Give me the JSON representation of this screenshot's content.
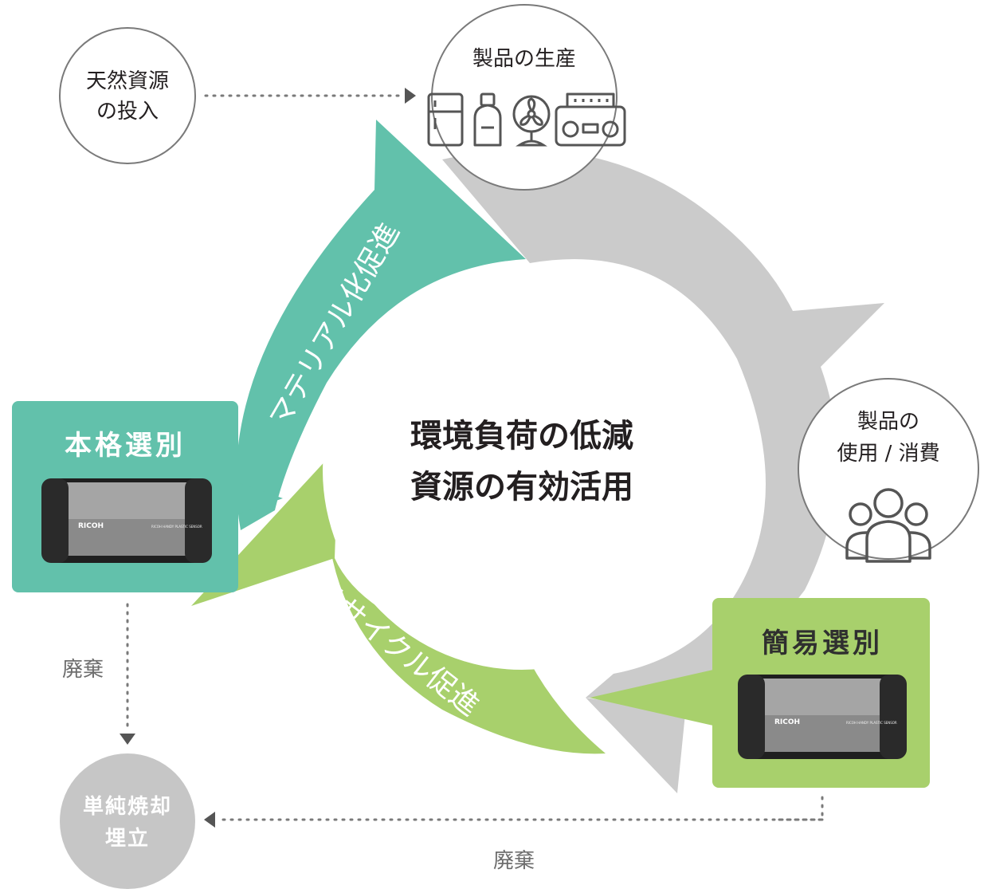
{
  "center": {
    "line1": "環境負荷の低減",
    "line2": "資源の有効活用"
  },
  "nodes": {
    "natural_resources": {
      "line1": "天然資源",
      "line2": "の投入"
    },
    "production": {
      "label": "製品の生産",
      "icons": [
        "refrigerator-icon",
        "detergent-bottle-icon",
        "fan-icon",
        "radio-cassette-icon"
      ]
    },
    "use": {
      "line1": "製品の",
      "line2": "使用 / 消費",
      "icon": "people-group-icon"
    },
    "disposal": {
      "line1": "単純焼却",
      "line2": "埋立"
    }
  },
  "arrows": {
    "material": "マテリアル化促進",
    "recycle": "リサイクル促進"
  },
  "boxes": {
    "full_sorting": {
      "label": "本格選別",
      "device_brand": "RICOH",
      "device_model": "RICOH HANDY PLASTIC SENSOR"
    },
    "simple_sorting": {
      "label": "簡易選別",
      "device_brand": "RICOH",
      "device_model": "RICOH HANDY PLASTIC SENSOR"
    }
  },
  "flows": {
    "discard_left": "廃棄",
    "discard_bottom": "廃棄"
  },
  "colors": {
    "teal": "#62c1ab",
    "green": "#a8d06c",
    "gray_arrow": "#cbcbcb",
    "gray_circle": "#c6c6c6",
    "outline": "#7a7a7a",
    "dark_text": "#231f20",
    "label_gray": "#6d6d6d"
  }
}
